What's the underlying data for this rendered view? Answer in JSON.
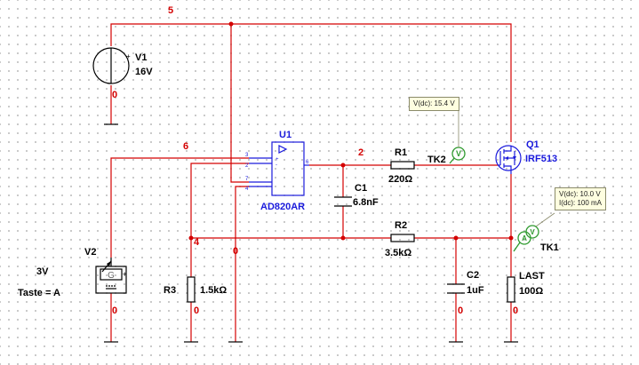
{
  "nets": {
    "n5": "5",
    "n6": "6",
    "n2": "2",
    "n4": "4",
    "n0": "0"
  },
  "v1": {
    "name": "V1",
    "value": "16V"
  },
  "v2": {
    "name": "V2",
    "value": "3V",
    "key": "Taste = A",
    "glyph": "G"
  },
  "u1": {
    "name": "U1",
    "model": "AD820AR",
    "pins": [
      "3",
      "2",
      "7",
      "4",
      "6"
    ]
  },
  "q1": {
    "name": "Q1",
    "model": "IRF513"
  },
  "r1": {
    "name": "R1",
    "value": "220Ω"
  },
  "r2": {
    "name": "R2",
    "value": "3.5kΩ"
  },
  "r3": {
    "name": "R3",
    "value": "1.5kΩ"
  },
  "c1": {
    "name": "C1",
    "value": "6.8nF"
  },
  "c2": {
    "name": "C2",
    "value": "1uF"
  },
  "last": {
    "name": "LAST",
    "value": "100Ω"
  },
  "tk2": {
    "name": "TK2",
    "glyph": "V",
    "reading": "V(dc): 15.4 V"
  },
  "tk1": {
    "name": "TK1",
    "glyph": "V",
    "glyph2": "A",
    "reading_v": "V(dc): 10.0 V",
    "reading_i": "I(dc): 100 mA"
  },
  "colors": {
    "wire": "#d40000",
    "component": "#000000",
    "opamp": "#1a1adc",
    "probe": "#2e9a2e",
    "probe_bg": "#fefee0"
  }
}
